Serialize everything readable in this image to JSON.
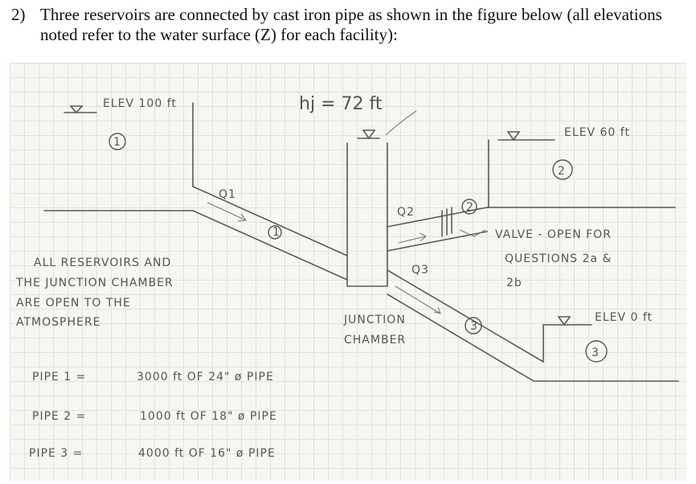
{
  "problem": {
    "number": "2)",
    "text": "Three reservoirs are connected by cast iron pipe as shown in the figure below (all elevations noted refer to the water surface (Z) for each facility):"
  },
  "reservoir_1": {
    "elevation": "ELEV 100 ft",
    "id": "1"
  },
  "reservoir_2": {
    "elevation": "ELEV 60 ft",
    "id": "2"
  },
  "reservoir_3": {
    "elevation": "ELEV 0 ft",
    "id": "3"
  },
  "junction": {
    "head": "hj = 72 ft",
    "label_line1": "JUNCTION",
    "label_line2": "CHAMBER"
  },
  "flows": {
    "q1": "Q1",
    "q2": "Q2",
    "q3": "Q3",
    "pipe1_marker": "1",
    "pipe2_marker": "2",
    "pipe3_marker": "3"
  },
  "valve_note": {
    "line1": "VALVE - OPEN FOR",
    "line2": "QUESTIONS 2a &",
    "line3": "2b"
  },
  "note": {
    "line1": "ALL RESERVOIRS AND",
    "line2": "THE JUNCTION CHAMBER",
    "line3": "ARE OPEN TO THE",
    "line4": "ATMOSPHERE"
  },
  "pipes": [
    {
      "name": "PIPE 1 =",
      "spec": "3000 ft OF 24\" ø PIPE"
    },
    {
      "name": "PIPE 2 =",
      "spec": "1000 ft OF 18\" ø PIPE"
    },
    {
      "name": "PIPE 3 =",
      "spec": "4000 ft OF 16\" ø PIPE"
    }
  ]
}
